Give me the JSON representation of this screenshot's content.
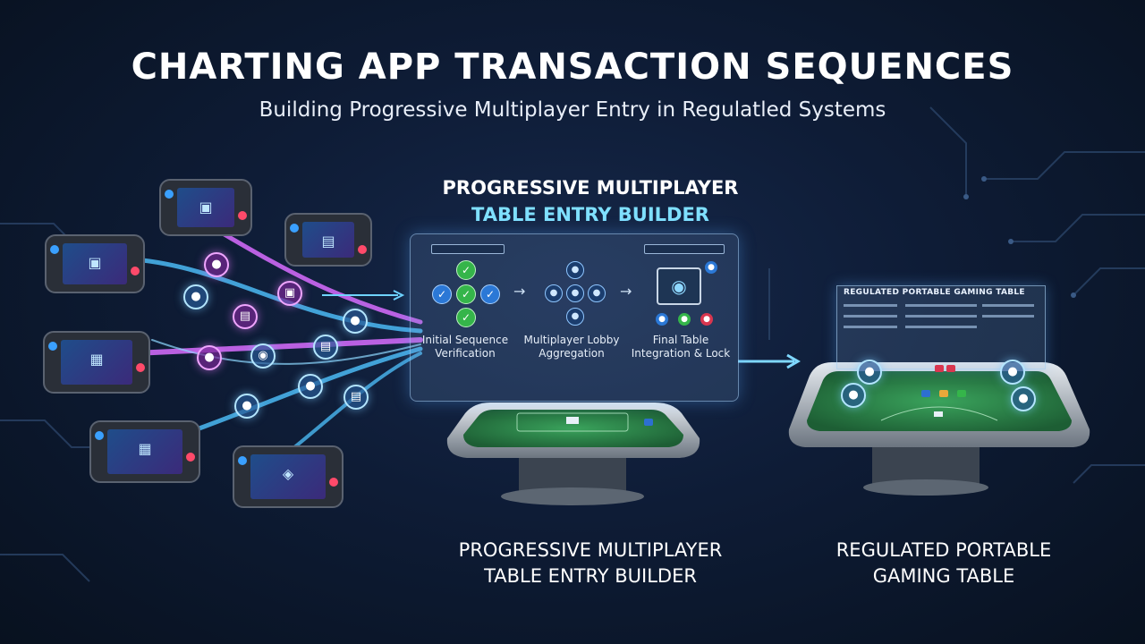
{
  "title": "CHARTING APP TRANSACTION SEQUENCES",
  "subtitle": "Building Progressive Multiplayer Entry in Regulatled Systems",
  "builder_heading": {
    "line1": "PROGRESSIVE MULTIPLAYER",
    "line2": "TABLE ENTRY BUILDER"
  },
  "builder_label": {
    "line1": "PROGRESSIVE MULTIPLAYER",
    "line2": "TABLE ENTRY BUILDER"
  },
  "table_label": {
    "line1": "REGULATED PORTABLE",
    "line2": "GAMING TABLE"
  },
  "panel": {
    "steps": [
      {
        "line1": "Initial Sequence",
        "line2": "Verification"
      },
      {
        "line1": "Multiplayer Lobby",
        "line2": "Aggregation"
      },
      {
        "line1": "Final Table",
        "line2": "Integration & Lock"
      }
    ]
  },
  "table_screen_title": "REGULATED PORTABLE GAMING TABLE",
  "icons": [
    "handheld-console-icon",
    "user-icon",
    "lock-icon",
    "check-icon",
    "arrow-icon",
    "poker-table-icon"
  ],
  "colors": {
    "accent_cyan": "#7fe0ff",
    "glow_pink": "#d86cff",
    "glow_blue": "#4fc3ff",
    "felt_green": "#2f8a4e",
    "check_green": "#35b54a"
  }
}
